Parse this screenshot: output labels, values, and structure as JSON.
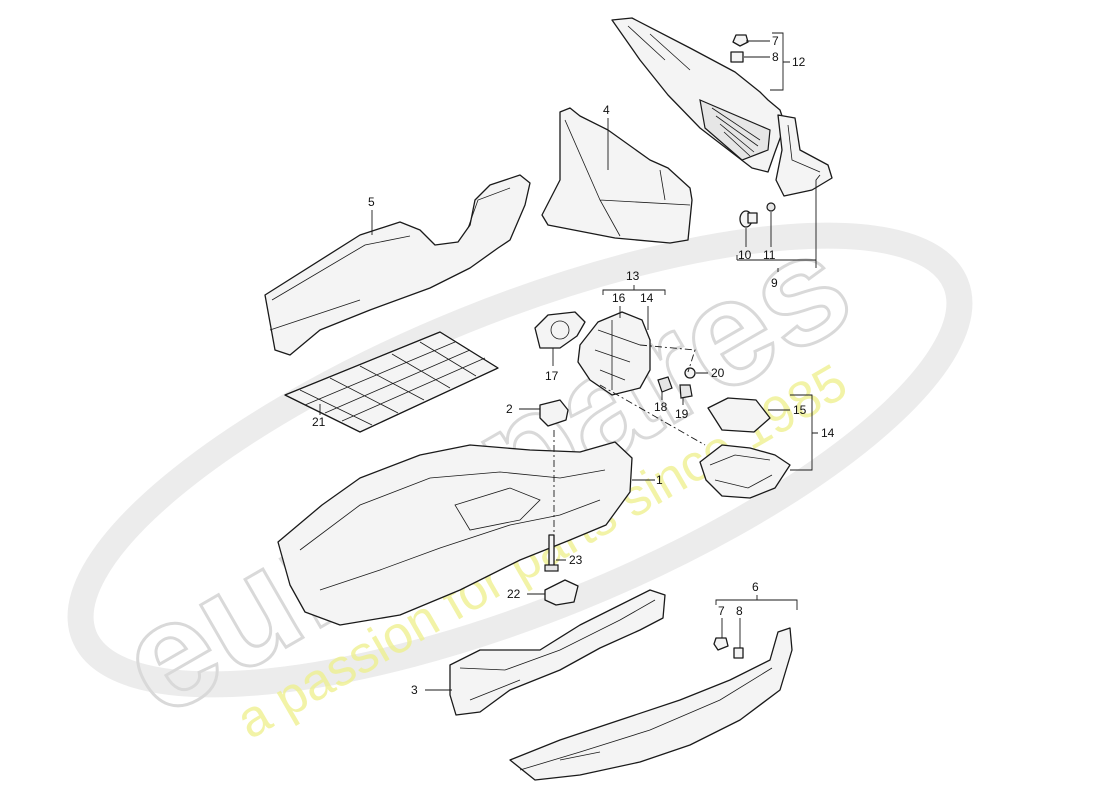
{
  "watermark": {
    "brand": "eurospares",
    "tagline": "a passion for parts since 1985"
  },
  "callouts": [
    "1",
    "2",
    "3",
    "4",
    "5",
    "6",
    "7",
    "8",
    "9",
    "10",
    "11",
    "12",
    "13",
    "14",
    "15",
    "16",
    "17",
    "18",
    "19",
    "20",
    "21",
    "22",
    "23"
  ],
  "callout_labels": {
    "c1": "1",
    "c2": "2",
    "c3": "3",
    "c4": "4",
    "c5": "5",
    "c6": "6",
    "c7a": "7",
    "c7b": "7",
    "c8a": "8",
    "c8b": "8",
    "c9": "9",
    "c10": "10",
    "c11": "11",
    "c12": "12",
    "c13": "13",
    "c14a": "14",
    "c14b": "14",
    "c15": "15",
    "c16": "16",
    "c17": "17",
    "c18": "18",
    "c19": "19",
    "c20": "20",
    "c21": "21",
    "c22": "22",
    "c23": "23"
  }
}
